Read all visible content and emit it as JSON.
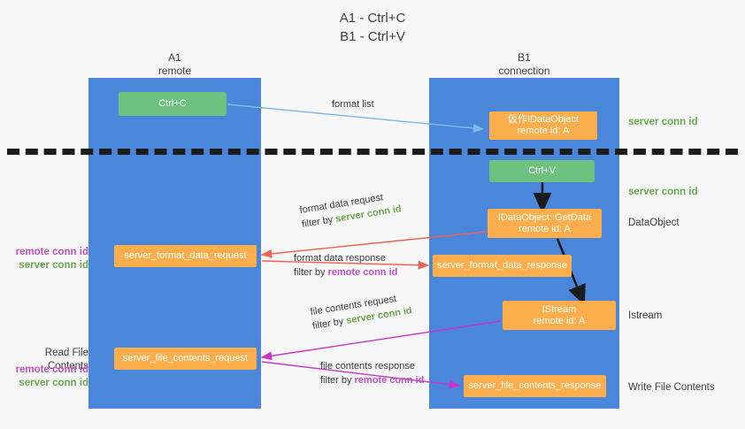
{
  "title": {
    "line1": "A1 - Ctrl+C",
    "line2": "B1 - Ctrl+V"
  },
  "columns": {
    "left": {
      "name": "A1",
      "role": "remote"
    },
    "right": {
      "name": "B1",
      "role": "connection"
    }
  },
  "boxes": {
    "ctrl_c": {
      "label": "Ctrl+C",
      "color": "#6fc17f"
    },
    "idataobject": {
      "line1": "仮作IDataObject",
      "line2": "remote id: A",
      "color": "#fbae4b"
    },
    "ctrl_v": {
      "label": "Ctrl+V",
      "color": "#6fc17f"
    },
    "getdata": {
      "line1": "IDataObject::GetData",
      "line2": "remote id: A",
      "color": "#fbae4b"
    },
    "istream": {
      "line1": "IStream",
      "line2": "remote id: A",
      "color": "#fbae4b"
    },
    "server_format_data_request": {
      "label": "server_format_data_request",
      "color": "#fbae4b"
    },
    "server_format_data_response": {
      "label": "server_format_data_response",
      "color": "#fbae4b"
    },
    "server_file_contents_request": {
      "label": "server_file_contents_request",
      "color": "#fbae4b"
    },
    "server_file_contents_response": {
      "label": "server_file_contents_response",
      "color": "#fbae4b"
    }
  },
  "annotations": {
    "format_list": {
      "text": "format list"
    },
    "format_data_request": {
      "text": "format data request",
      "filter_prefix": "filter by ",
      "filter_key": "server conn id",
      "filter_color": "#6aa84f"
    },
    "format_data_response": {
      "text": "format data response",
      "filter_prefix": "filter by ",
      "filter_key": "remote conn id",
      "filter_color": "#c24ec2"
    },
    "file_contents_request": {
      "text": "file contents request",
      "filter_prefix": "filter by ",
      "filter_key": "server conn id",
      "filter_color": "#6aa84f"
    },
    "file_contents_response": {
      "text": "file contents response",
      "filter_prefix": "filter by ",
      "filter_key": "remote conn id",
      "filter_color": "#c24ec2"
    }
  },
  "side_labels": {
    "server_conn_id_top": "server conn id",
    "server_conn_id_mid": "server conn id",
    "data_object": "DataObject",
    "istream": "Istream",
    "write_file_contents": "Write File Contents",
    "read_file_contents": "Read File Contents",
    "remote_conn_id": "remote conn id",
    "server_conn_id": "server conn id"
  },
  "colors": {
    "lifeline": "#4a86d9",
    "green_box": "#6fc17f",
    "orange_box": "#fbae4b",
    "green_text": "#6aa84f",
    "magenta_text": "#c24ec2",
    "arrow_blue": "#7fb8e8",
    "arrow_red": "#ef6352",
    "arrow_magenta": "#cc33cc",
    "arrow_black": "#1b1b1b",
    "divider": "#1b1b1b",
    "background": "#f7f7f7"
  }
}
